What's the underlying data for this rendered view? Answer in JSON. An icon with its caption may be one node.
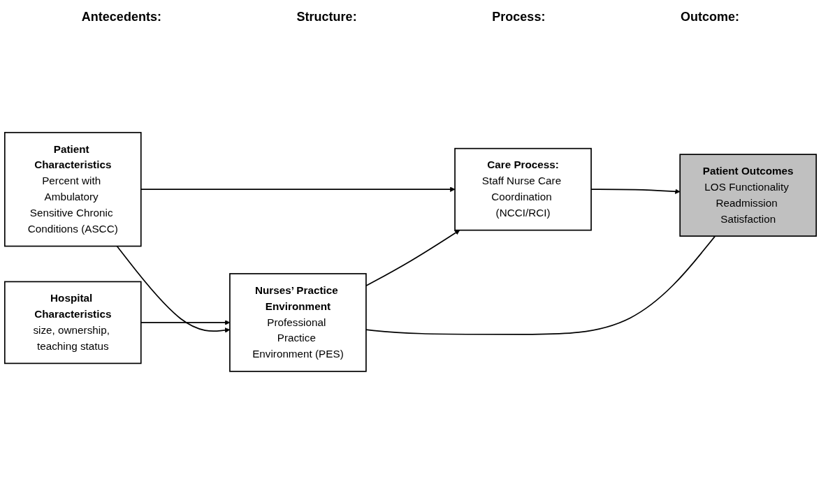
{
  "diagram": {
    "nodes": [
      {
        "text": [
          "Hospital Characteristics",
          "size, ownership, teaching status"
        ]
      },
      {
        "text": [
          "Patient Characteristics",
          "Percent with Ambulatory Sensitive Chronic Conditions (ASCC)"
        ]
      },
      {
        "text": [
          "Nurses’ Practice Environment",
          "Professional Practice Environment (PES)"
        ]
      },
      {
        "text": [
          "Care Process:",
          "Staff Nurse Care Coordination (NCCI/RCI)"
        ]
      },
      {
        "text": [
          "Patient Outcomes",
          "LOS Functionality Readmission Satisfaction"
        ]
      }
    ],
    "edges": [
      {
        "from": 0,
        "to": 2,
        "arrow": "to"
      },
      {
        "from": 1,
        "to": 2,
        "arrow": "to"
      },
      {
        "from": 1,
        "to": 3,
        "arrow": "to"
      },
      {
        "from": 2,
        "to": 3,
        "arrow": "to"
      },
      {
        "from": 3,
        "to": 4,
        "arrow": "to"
      },
      {
        "from": 2,
        "to": 4,
        "arrow": "none"
      }
    ],
    "labels": [
      "Antecedents:",
      "Structure:",
      "Process:",
      "Outcome:"
    ]
  }
}
